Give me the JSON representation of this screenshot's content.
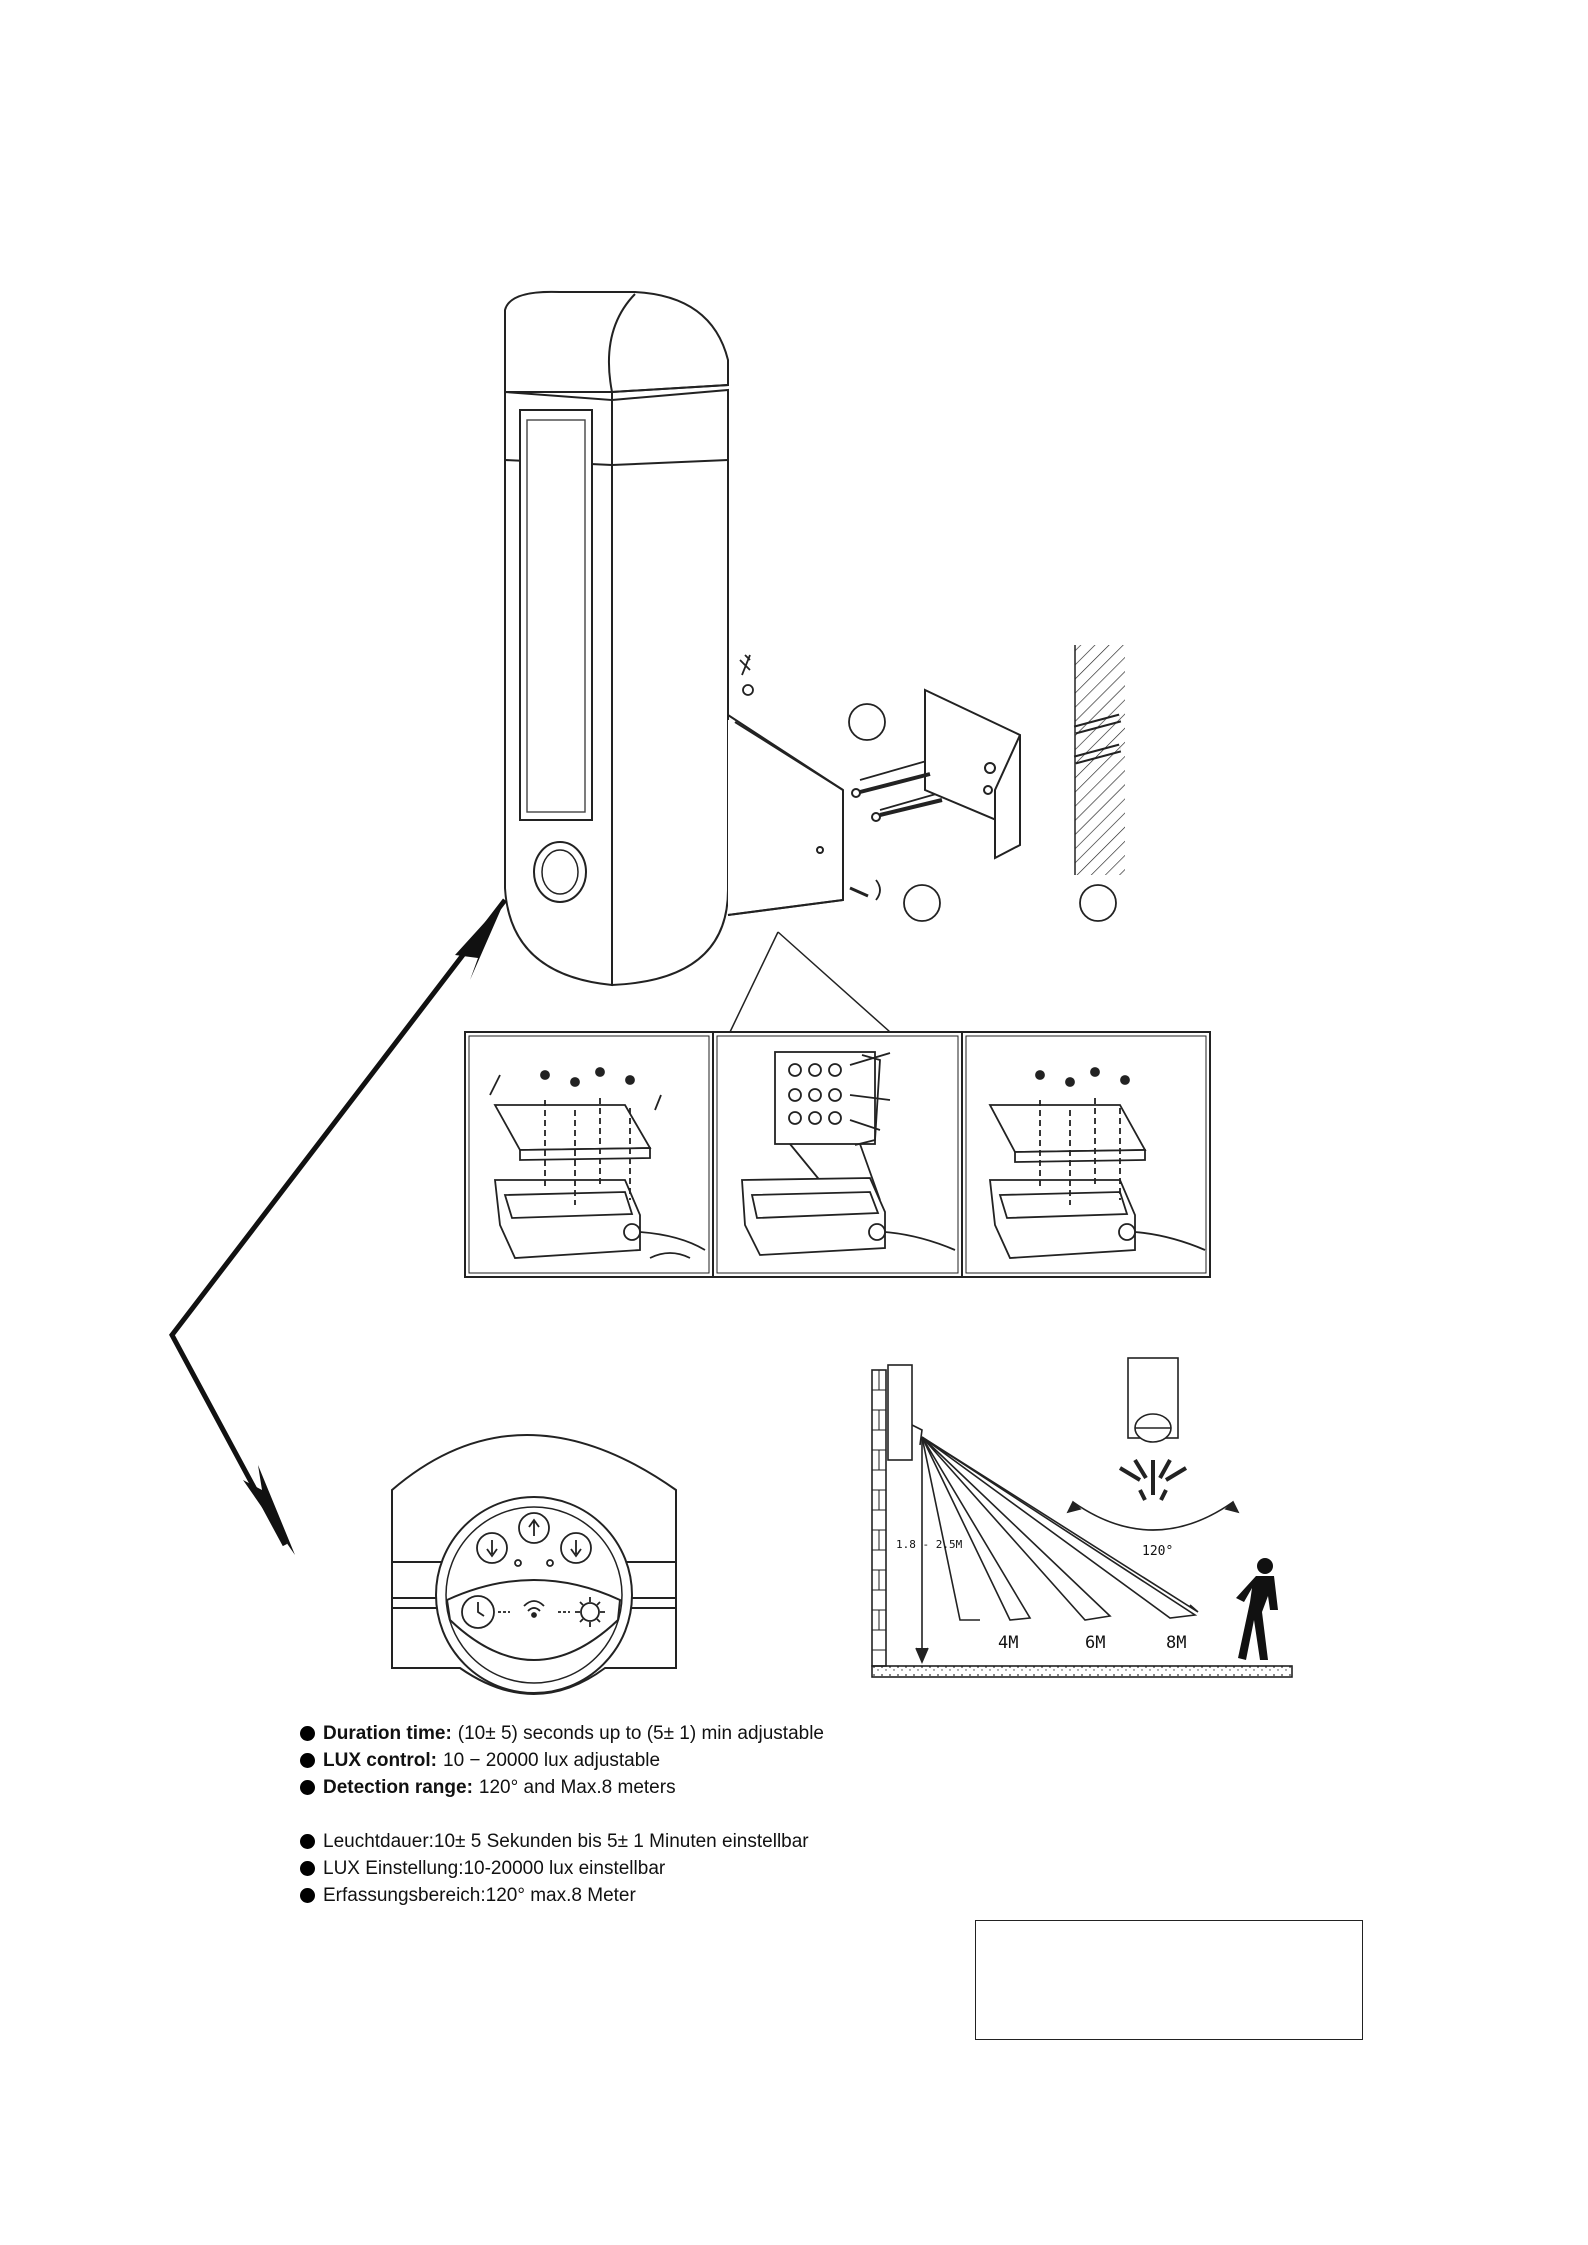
{
  "diagram": {
    "range_labels": [
      "4M",
      "6M",
      "8M"
    ],
    "mount_height": "1.8 - 2.5M",
    "angle": "120°"
  },
  "specs_en": [
    {
      "label": "Duration time:",
      "text": "(10± 5) seconds up to (5± 1) min adjustable"
    },
    {
      "label": "LUX control:",
      "text": "10 − 20000 lux adjustable"
    },
    {
      "label": "Detection range:",
      "text": "120°  and Max.8 meters"
    }
  ],
  "specs_de": [
    {
      "text": "Leuchtdauer:10± 5 Sekunden bis 5± 1 Minuten einstellbar"
    },
    {
      "text": "LUX Einstellung:10-20000 lux einstellbar"
    },
    {
      "text": "Erfassungsbereich:120°  max.8 Meter"
    }
  ]
}
